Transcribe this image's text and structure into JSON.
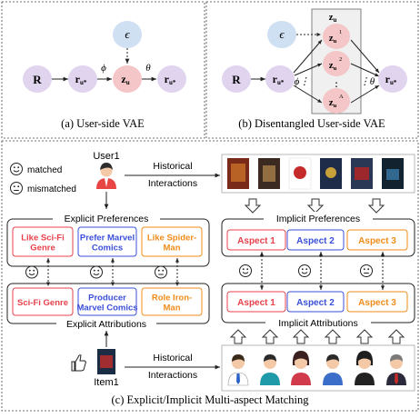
{
  "panel_a": {
    "caption": "(a) User-side VAE",
    "nodes": {
      "r": "R",
      "ru": "r",
      "ru_sub": "u*",
      "zu": "z",
      "zu_sub": "u",
      "out": "r",
      "out_sub": "u*",
      "eps": "ϵ"
    },
    "phi": "ϕ",
    "theta": "θ"
  },
  "panel_b": {
    "caption": "(b) Disentangled User-side VAE",
    "box_label": "z",
    "box_label_sub": "u",
    "nodes": {
      "r": "R",
      "ru": "r",
      "ru_sub": "u*",
      "eps": "ϵ",
      "out": "r",
      "out_sub": "u*",
      "z1": "z",
      "z1_sub": "u",
      "z1_sup": "1",
      "z2": "z",
      "z2_sub": "u",
      "z2_sup": "2",
      "zA": "z",
      "zA_sub": "u",
      "zA_sup": "A"
    },
    "phi": "ϕ",
    "theta": "θ",
    "dots_phi": "⋮",
    "dots_mid": "⋮",
    "dots_theta": "⋮"
  },
  "panel_c": {
    "caption": "(c) Explicit/Implicit Multi-aspect Matching",
    "legend": {
      "matched": "matched",
      "mismatched": "mismatched"
    },
    "user_label": "User1",
    "item_label": "Item1",
    "hist_top": [
      "Historical",
      "Interactions"
    ],
    "hist_bottom": [
      "Historical",
      "Interactions"
    ],
    "explicit_pref_title": "Explicit Preferences",
    "explicit_attr_title": "Explicit Attributions",
    "implicit_pref_title": "Implicit Preferences",
    "implicit_attr_title": "Implicit Attributions",
    "explicit_prefs": [
      {
        "lines": [
          "Like Sci-Fi",
          "Genre"
        ],
        "color": "#e8404a"
      },
      {
        "lines": [
          "Prefer Marvel",
          "Comics"
        ],
        "color": "#3a4fd8"
      },
      {
        "lines": [
          "Like Spider-",
          "Man"
        ],
        "color": "#f08c1a"
      }
    ],
    "explicit_attrs": [
      {
        "lines": [
          "Sci-Fi Genre"
        ],
        "color": "#e8404a"
      },
      {
        "lines": [
          "Producer",
          "Marvel Comics"
        ],
        "color": "#3a4fd8"
      },
      {
        "lines": [
          "Role Iron-",
          "Man"
        ],
        "color": "#f08c1a"
      }
    ],
    "implicit_prefs": [
      {
        "label": "Aspect 1",
        "color": "#e8404a"
      },
      {
        "label": "Aspect 2",
        "color": "#3a4fd8"
      },
      {
        "label": "Aspect 3",
        "color": "#f08c1a"
      }
    ],
    "implicit_attrs": [
      {
        "label": "Aspect 1",
        "color": "#e8404a"
      },
      {
        "label": "Aspect 2",
        "color": "#3a4fd8"
      },
      {
        "label": "Aspect 3",
        "color": "#f08c1a"
      }
    ],
    "explicit_match": [
      "matched",
      "matched",
      "mismatched"
    ],
    "implicit_match": [
      "matched",
      "matched",
      "mismatched"
    ]
  },
  "colors": {
    "node_purple": "#e0d4ef",
    "node_pink": "#f4c6c8",
    "node_blue": "#cfe0f3",
    "red": "#e8404a",
    "blue": "#3a4fd8",
    "orange": "#f08c1a"
  }
}
